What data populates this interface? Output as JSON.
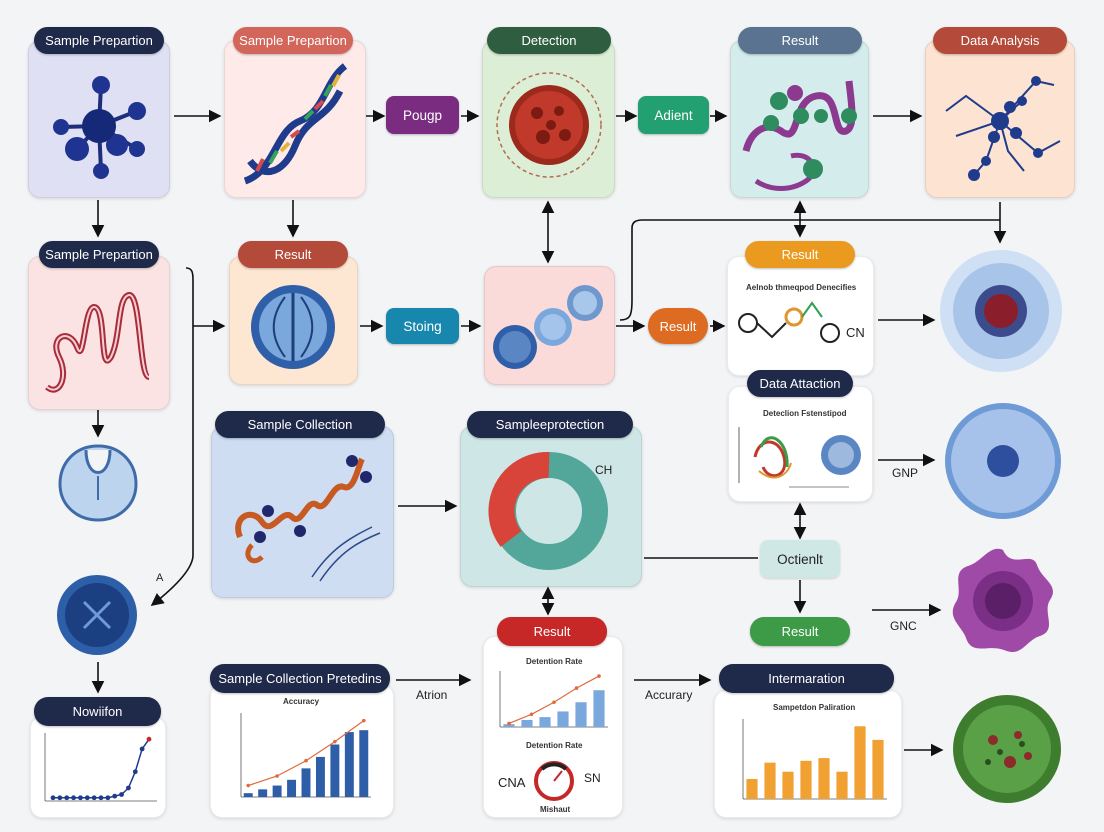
{
  "colors": {
    "navy": "#1f2a4a",
    "coral": "#d2665b",
    "green_dark": "#2e5e3f",
    "slate": "#5a7391",
    "rust": "#b44a3a",
    "purple": "#7a2d80",
    "teal_green": "#23a071",
    "teal_blue": "#1787ad",
    "orange": "#dd6b21",
    "amber": "#ea9a1f",
    "red": "#c62828",
    "green": "#3d9a47"
  },
  "row1": {
    "label_1": "Sample Prepartion",
    "label_2": "Sample Prepartion",
    "label_3": "Detection",
    "label_4": "Result",
    "label_5": "Data Analysis",
    "mid_1": "Pougp",
    "mid_2": "Adient"
  },
  "row2": {
    "label_1": "Sample Prepartion",
    "label_2": "Result",
    "mid_staing": "Stoing",
    "mid_result": "Result",
    "label_result": "Result",
    "card_title": "Aelnob thmeqpod Denecifies",
    "cn": "CN"
  },
  "row3": {
    "label_collection": "Sample Collection",
    "label_protection": "Sampleеprotection",
    "ch": "CH",
    "label_data": "Data Attaction",
    "card_title": "Deteclion Fstenstipod",
    "gnp": "GNP",
    "a_mark": "A",
    "octienlt": "Octienlt",
    "result": "Result",
    "gnc": "GNC"
  },
  "row4": {
    "label_nowiifon": "Nowiifon",
    "label_collection": "Sample Collection Pretedins",
    "chart_title_1": "Accuracy",
    "atrion": "Atrion",
    "label_result": "Result",
    "chart_title_2": "Detention Rate",
    "chart_title_3": "Detention Rate",
    "cna": "CNA",
    "sn": "SN",
    "gauge_caption": "Mishaut",
    "accurary": "Accurary",
    "label_intermaration": "Intermaration",
    "chart_title_4": "Sampetdon Paliration"
  },
  "chart_data": [
    {
      "type": "line",
      "values": [
        2,
        2,
        2,
        2,
        2,
        2,
        2,
        2,
        2,
        3,
        4,
        8,
        18,
        32,
        38
      ]
    },
    {
      "type": "bar",
      "title": "Accuracy",
      "values": [
        4,
        8,
        12,
        18,
        30,
        42,
        55,
        68,
        70
      ],
      "line": [
        12,
        22,
        38,
        58,
        80
      ]
    },
    {
      "type": "bar",
      "title": "Detention Rate",
      "values": [
        4,
        10,
        14,
        22,
        35,
        52
      ],
      "line": [
        5,
        18,
        35,
        55,
        72
      ]
    },
    {
      "type": "bar",
      "title": "Sampetdon Paliration",
      "values": [
        22,
        40,
        30,
        42,
        45,
        30,
        80,
        65
      ]
    }
  ]
}
